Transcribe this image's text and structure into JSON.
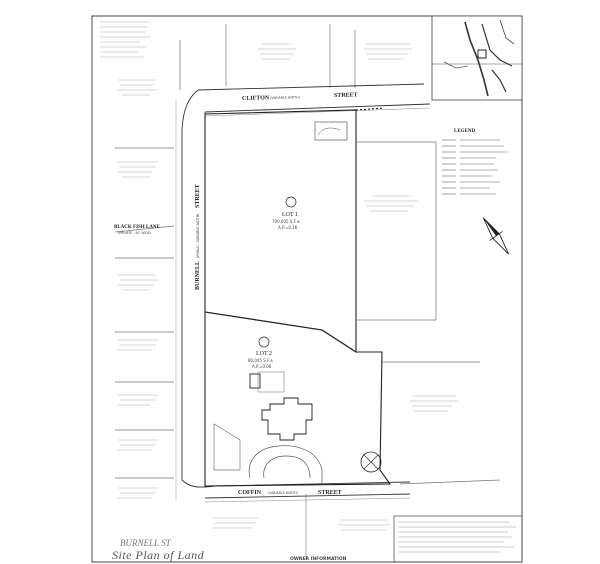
{
  "title": "Site Plan of Land",
  "subtitle": "BURNELL ST",
  "streets": {
    "clifton": "CLIFTON",
    "clifton_suffix": "(VARIABLE WIDTH)",
    "clifton_street": "STREET",
    "coffin": "COFFIN",
    "coffin_suffix": "(VARIABLE WIDTH)",
    "coffin_street": "STREET",
    "burnell": "BURNELL",
    "burnell_suffix": "(PUBLIC - VARIABLE WIDTH)",
    "burnell_street": "STREET",
    "black_fish": "BLACK FISH LANE",
    "black_fish_sub": "(PRIVATE - 40' WIDE)"
  },
  "lots": {
    "lot1_label": "LOT 1",
    "lot1_area": "700,005 S.F.±",
    "lot1_acres": "A.P.=0.16",
    "lot2_label": "LOT 2",
    "lot2_area": "80,045 S.F.±",
    "lot2_acres": "A.P.=0.06"
  },
  "legend": {
    "title": "LEGEND",
    "items": [
      "",
      "",
      "",
      "",
      "",
      "",
      "",
      "",
      "",
      "",
      ""
    ]
  },
  "footer": {
    "owner": "OWNER INFORMATION"
  },
  "colors": {
    "line": "#333333",
    "light": "#888888",
    "paper": "#ffffff"
  }
}
